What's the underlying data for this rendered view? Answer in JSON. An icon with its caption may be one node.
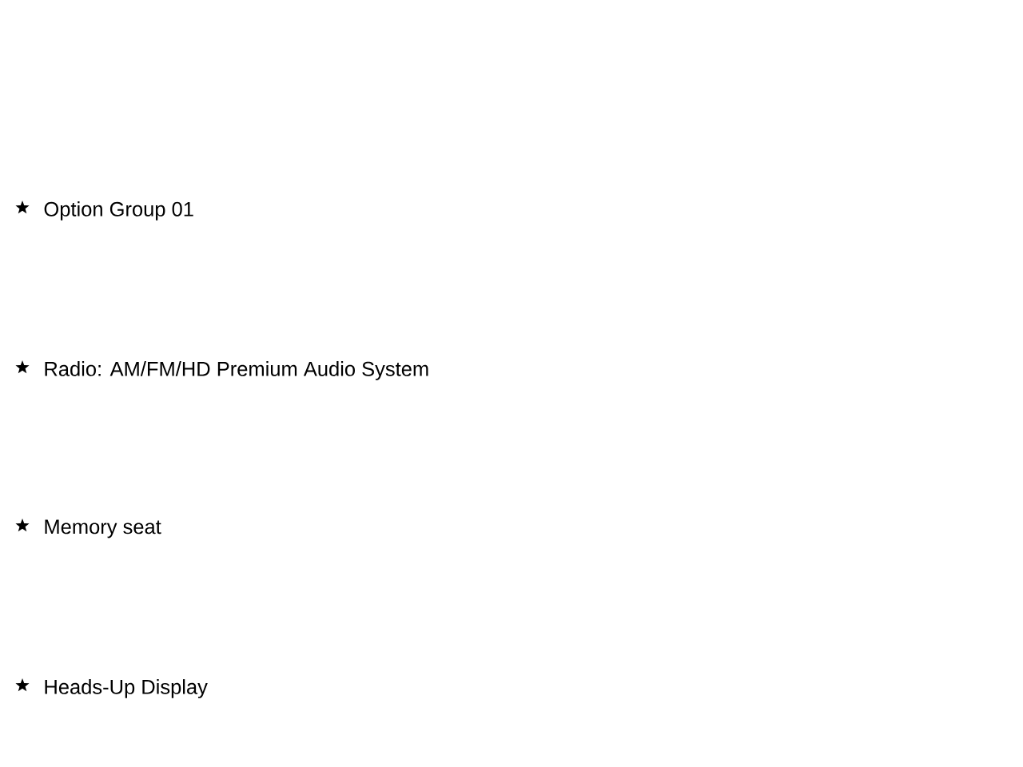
{
  "diagram": {
    "labels": [
      "Option Group 01",
      "Radio: AM/FM/HD Premium Audio System",
      "Memory seat",
      "Heads-Up Display"
    ]
  }
}
